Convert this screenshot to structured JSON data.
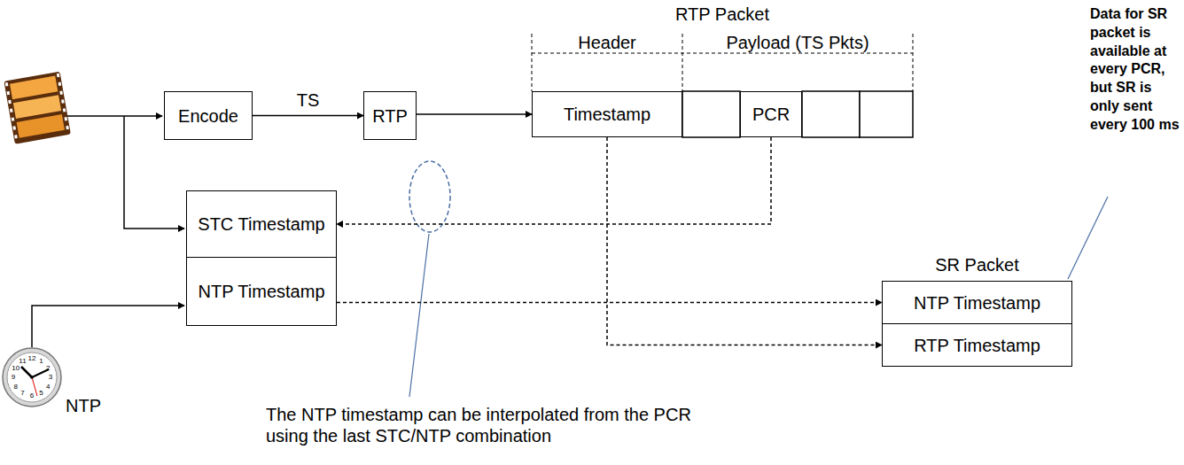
{
  "diagram": {
    "nodes": [
      {
        "text": [
          "Encode"
        ]
      },
      {
        "text": [
          "RTP"
        ]
      },
      {
        "text": [
          "Timestamp"
        ]
      },
      {
        "text": [
          "PCR"
        ]
      },
      {
        "text": [
          "STC Timestamp"
        ]
      },
      {
        "text": [
          "NTP Timestamp"
        ]
      },
      {
        "text": [
          "NTP Timestamp"
        ]
      },
      {
        "text": [
          "RTP Timestamp"
        ]
      }
    ],
    "edges": [
      {
        "from": 0,
        "to": 1,
        "arrow": "to",
        "label": "TS"
      },
      {
        "from": 1,
        "to": 2,
        "arrow": "to"
      },
      {
        "from": 3,
        "to": 4,
        "arrow": "to"
      },
      {
        "from": 5,
        "to": 6,
        "arrow": "to"
      },
      {
        "from": 2,
        "to": 7,
        "arrow": "to"
      }
    ],
    "labels": [
      "RTP Packet",
      "Header",
      "Payload (TS Pkts)",
      "SR Packet",
      "Data for SR packet is available at every PCR, but SR is only sent every 100 ms",
      "The NTP timestamp can be interpolated from the PCR using the last STC/NTP combination",
      "NTP",
      "12",
      "1",
      "2",
      "3",
      "4",
      "5",
      "6",
      "7",
      "8",
      "9",
      "10",
      "11"
    ]
  }
}
